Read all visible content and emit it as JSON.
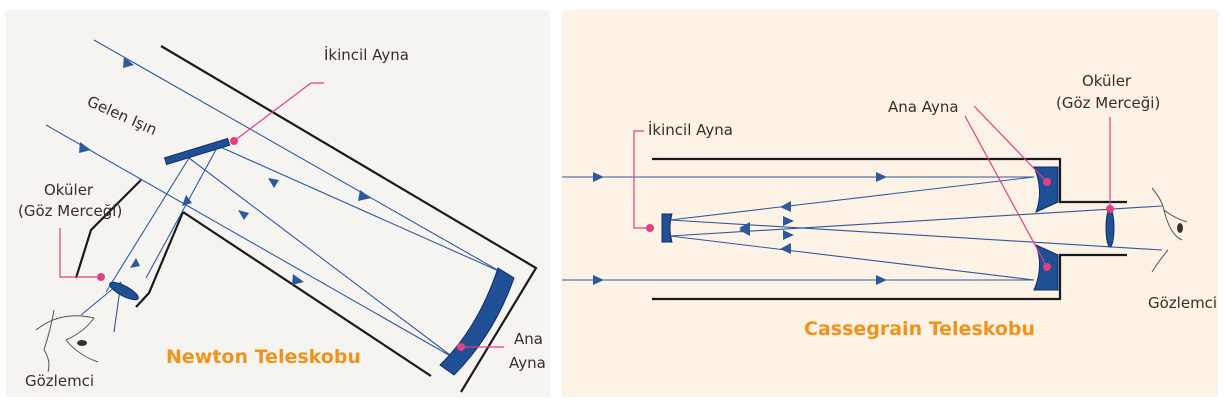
{
  "newton": {
    "title": "Newton Teleskobu",
    "labels": {
      "incoming_light": "Gelen Işın",
      "secondary_mirror": "İkincil Ayna",
      "eyepiece_line1": "Oküler",
      "eyepiece_line2": "(Göz Merceği)",
      "primary_mirror_line1": "Ana",
      "primary_mirror_line2": "Ayna",
      "observer": "Gözlemci"
    }
  },
  "cassegrain": {
    "title": "Cassegrain Teleskobu",
    "labels": {
      "secondary_mirror": "İkincil Ayna",
      "primary_mirror": "Ana Ayna",
      "eyepiece_line1": "Oküler",
      "eyepiece_line2": "(Göz Merceği)",
      "observer": "Gözlemci"
    }
  },
  "colors": {
    "ray": "#2e5a9c",
    "mirror": "#1f4f95",
    "leader": "#e23f86",
    "title": "#f0931c",
    "newton_background": "#f6f4f1",
    "cassegrain_background": "#fdf2e6"
  }
}
